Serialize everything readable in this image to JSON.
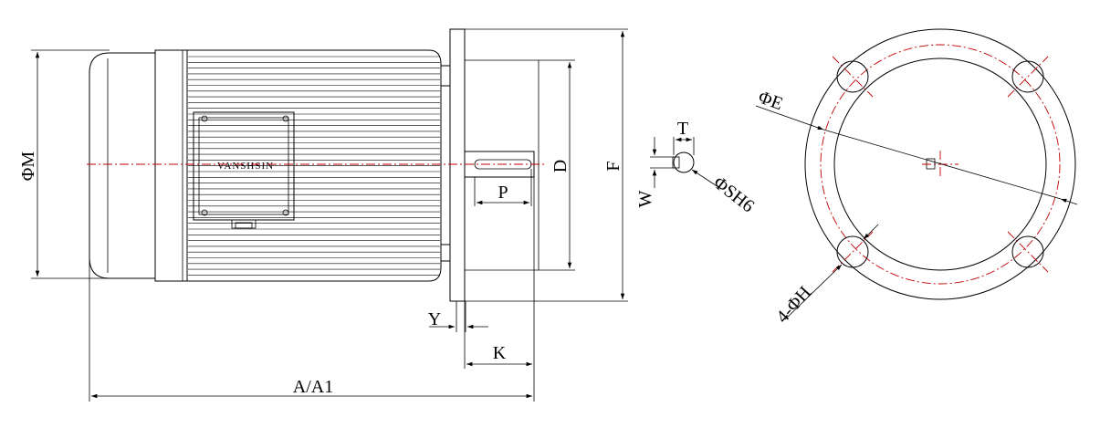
{
  "drawing": {
    "brand": "VANSHSIN",
    "labels": {
      "phi_m": "ΦM",
      "d": "D",
      "f": "F",
      "p": "P",
      "y": "Y",
      "k": "K",
      "a_a1": "A/A1",
      "t": "T",
      "w": "W",
      "phi_sh6": "ΦSH6",
      "phi_e": "ΦE",
      "holes_phi_h": "4-ΦH"
    },
    "colors": {
      "outline": "#000000",
      "centerline": "#c00000"
    }
  }
}
